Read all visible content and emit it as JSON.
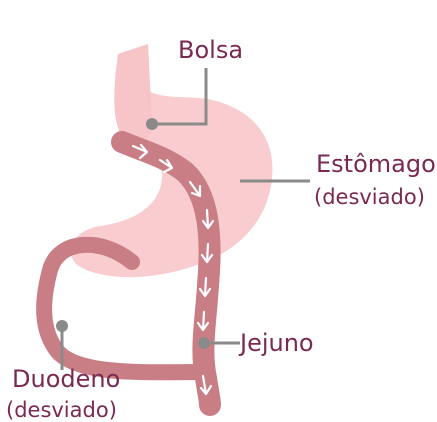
{
  "labels": {
    "bolsa": "Bolsa",
    "estomago": "Estômago",
    "estomago_sub": "(desviado)",
    "jejuno": "Jejuno",
    "duodeno": "Duodeno",
    "duodeno_sub": "(desviado)"
  },
  "colors": {
    "stomach_fill": "#f9cdcf",
    "intestine_stroke": "#c97e85",
    "arrow_color": "#ffffff",
    "leader_color": "#8a8a8a",
    "label_color": "#7a2a52"
  }
}
